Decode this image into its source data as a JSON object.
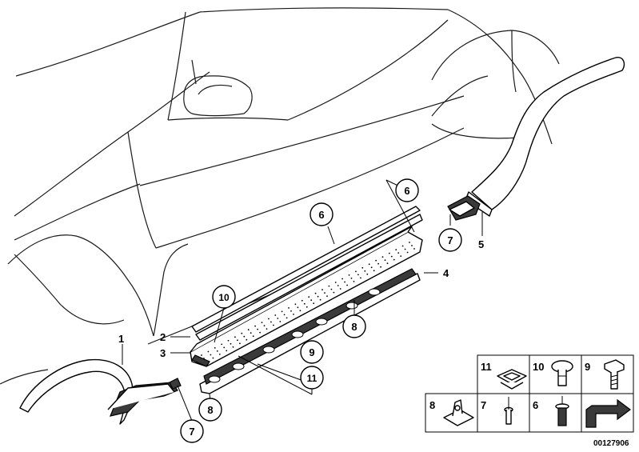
{
  "callouts": {
    "c1": "1",
    "c2": "2",
    "c3": "3",
    "c4": "4",
    "c5": "5",
    "c6a": "6",
    "c6b": "6",
    "c7a": "7",
    "c7b": "7",
    "c8a": "8",
    "c8b": "8",
    "c9": "9",
    "c10": "10",
    "c11": "11"
  },
  "legend": {
    "cells": [
      {
        "label": "11",
        "icon": "clip-nut-icon"
      },
      {
        "label": "10",
        "icon": "push-pin-icon"
      },
      {
        "label": "9",
        "icon": "screw-icon"
      },
      {
        "label": "8",
        "icon": "mounting-bracket-icon"
      },
      {
        "label": "7",
        "icon": "expanding-rivet-icon"
      },
      {
        "label": "6",
        "icon": "blind-rivet-icon"
      },
      {
        "label": "",
        "icon": "arrow-direction-icon"
      }
    ]
  },
  "diagram_id": "00127906"
}
